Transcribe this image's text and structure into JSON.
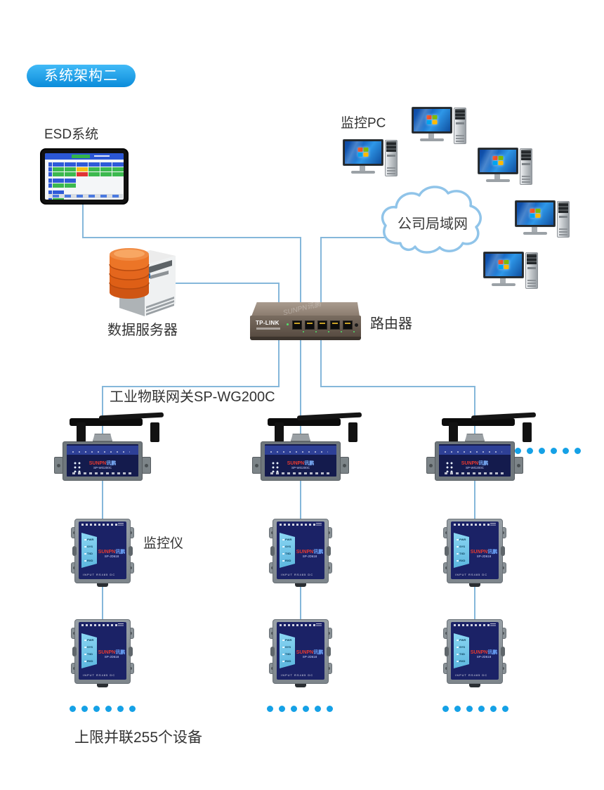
{
  "badge": {
    "label": "系统架构二"
  },
  "esd": {
    "label": "ESD系统"
  },
  "monitor_pc": {
    "label": "监控PC"
  },
  "cloud": {
    "label": "公司局域网"
  },
  "server": {
    "label": "数据服务器"
  },
  "router": {
    "label": "路由器",
    "brand": "TP-LINK",
    "watermark": "SUNPN讯鹏"
  },
  "gateway": {
    "label": "工业物联网关SP-WG200C",
    "brand_red": "SUNPN",
    "brand_blue": "讯鹏",
    "model": "SP-WG200C"
  },
  "device": {
    "label": "监控仪",
    "brand_red": "SUNPN",
    "brand_blue": "讯鹏",
    "model": "SP-JD618",
    "leds": [
      "PWR",
      "SYS",
      "TXD",
      "RXD"
    ],
    "ports_label": "INPUT RS485 DC"
  },
  "footer": {
    "label": "上限并联255个设备"
  },
  "dots": {
    "per_row": 6
  },
  "colors": {
    "accent_blue": "#15a1e6",
    "line_blue": "#85b7da",
    "badge_top": "#41baf7",
    "badge_bottom": "#0b8cda",
    "cloud_stroke": "#90c4e9",
    "device_navy": "#1b2266",
    "brand_red": "#e8392f",
    "db_orange": "#e2621b"
  }
}
